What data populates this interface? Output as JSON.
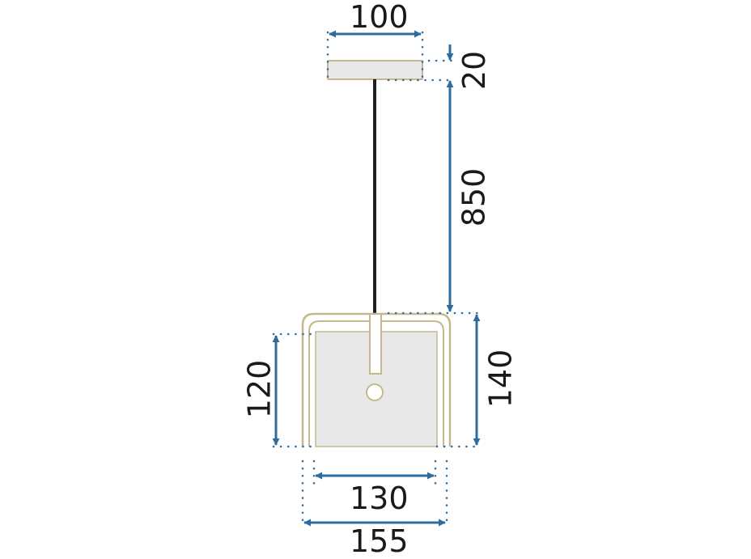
{
  "dimensions": {
    "canopy_width": "100",
    "canopy_height": "20",
    "cable_length": "850",
    "shade_height_inner": "120",
    "shade_height_outer": "140",
    "shade_width_inner": "130",
    "shade_width_outer": "155"
  },
  "colors": {
    "arrow": "#2e6b9e",
    "dots": "#2e6b9e",
    "outline": "#c6b88a",
    "glass": "#e8e8e8",
    "cable": "#1f1f1f",
    "text": "#1a1a1a"
  },
  "icons": [
    "arrow-icon"
  ]
}
